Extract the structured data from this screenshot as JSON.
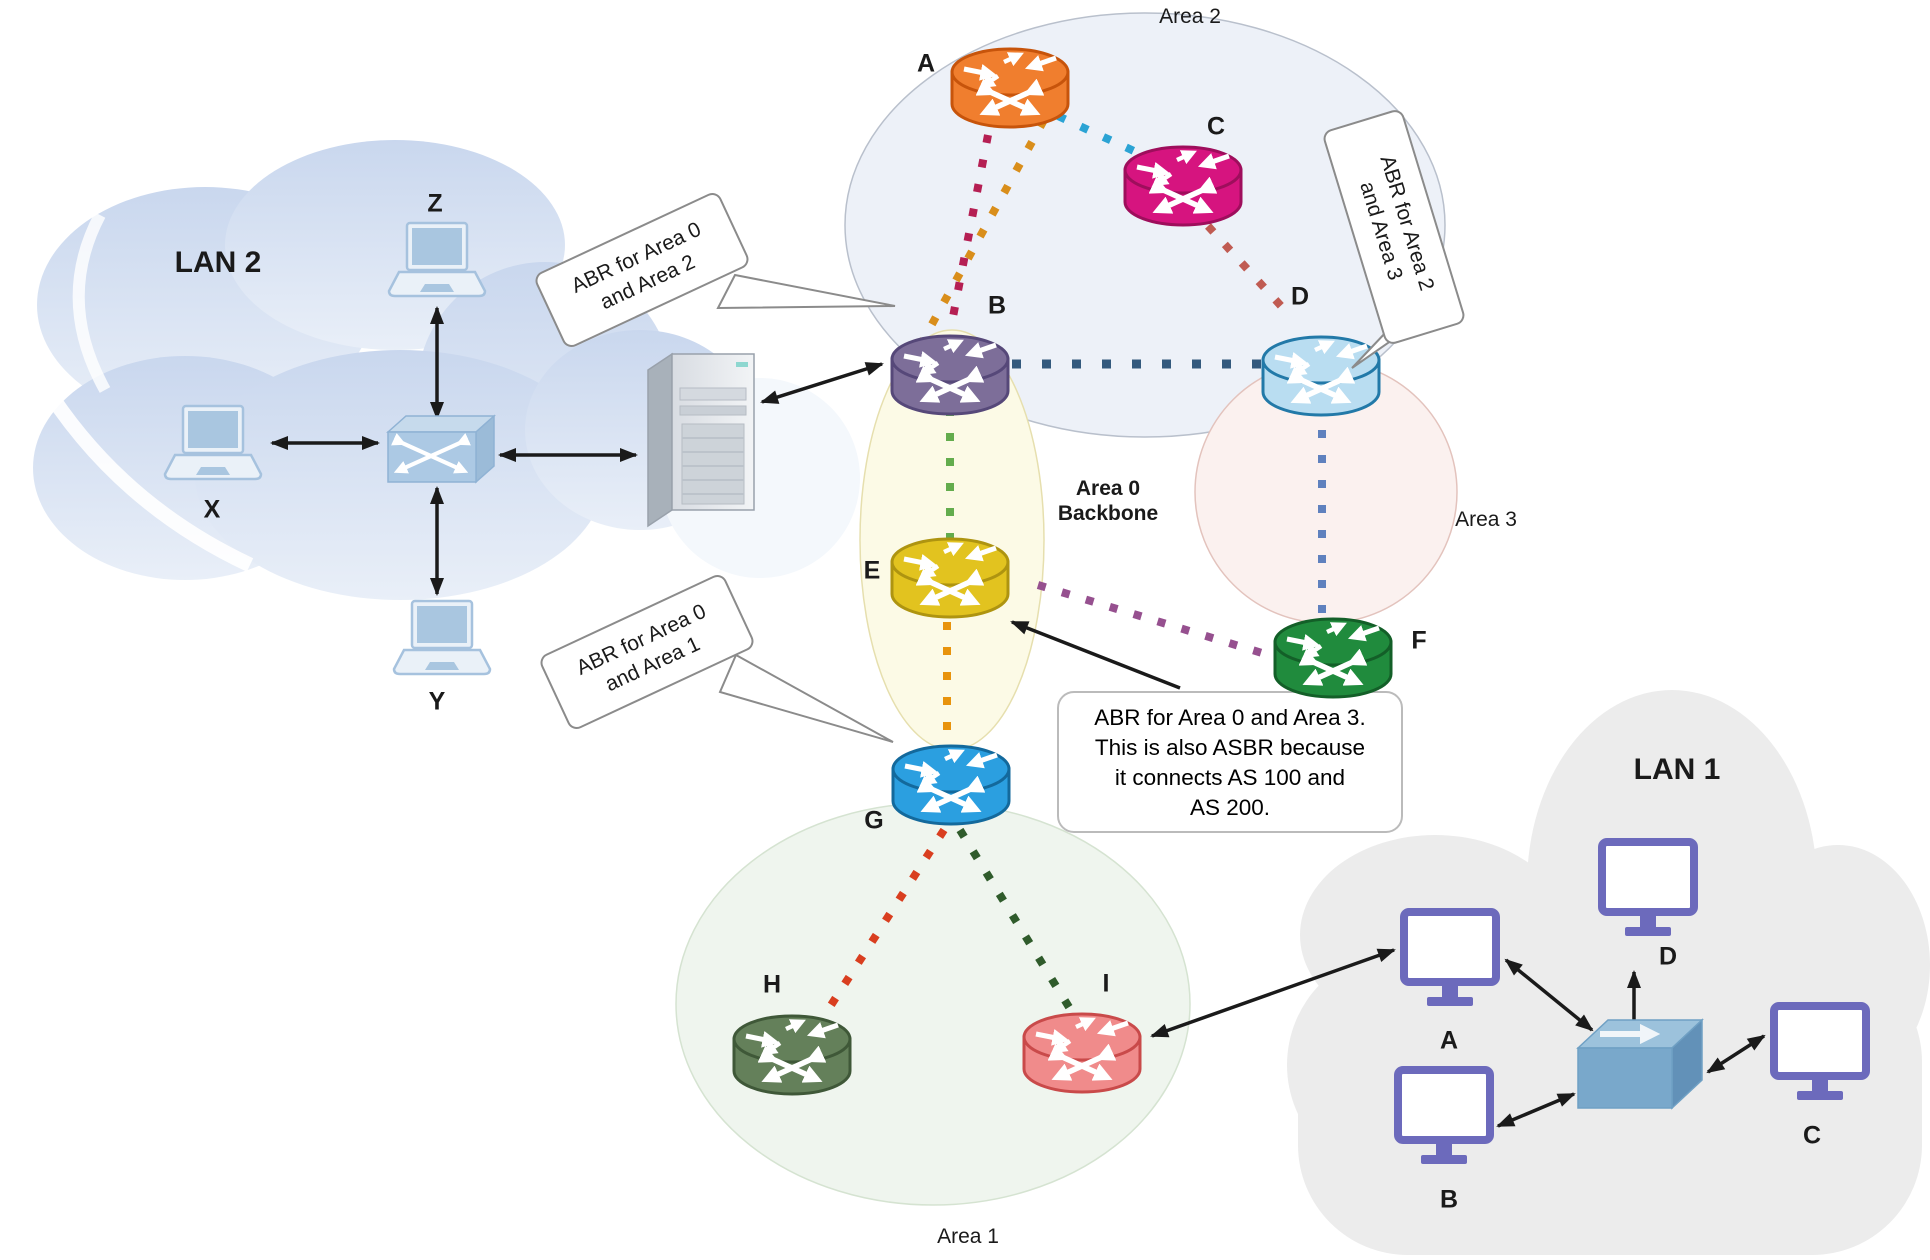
{
  "diagram": {
    "areas": {
      "area2": {
        "label": "Area 2"
      },
      "area0": {
        "label": "Area 0",
        "sublabel": "Backbone"
      },
      "area3": {
        "label": "Area 3"
      },
      "area1": {
        "label": "Area 1"
      }
    },
    "lan2": {
      "label": "LAN 2",
      "hosts": {
        "x": "X",
        "y": "Y",
        "z": "Z"
      }
    },
    "lan1": {
      "label": "LAN 1",
      "hosts": {
        "a": "A",
        "b": "B",
        "c": "C",
        "d": "D"
      }
    },
    "routers": {
      "a": {
        "label": "A",
        "fill": "#F07E2E",
        "stroke": "#C7540B"
      },
      "b": {
        "label": "B",
        "fill": "#7D6E99",
        "stroke": "#564879"
      },
      "c": {
        "label": "C",
        "fill": "#D6147F",
        "stroke": "#9E0E5C"
      },
      "d": {
        "label": "D",
        "fill": "#B9DDF1",
        "stroke": "#2279A8"
      },
      "e": {
        "label": "E",
        "fill": "#E2C31F",
        "stroke": "#AE9410"
      },
      "f": {
        "label": "F",
        "fill": "#208B3D",
        "stroke": "#135F28"
      },
      "g": {
        "label": "G",
        "fill": "#2B9FE0",
        "stroke": "#13699C"
      },
      "h": {
        "label": "H",
        "fill": "#64805A",
        "stroke": "#3F5838"
      },
      "i": {
        "label": "I",
        "fill": "#F08B8B",
        "stroke": "#C94A4A"
      }
    },
    "callouts": {
      "abr_area0_area2": {
        "line1": "ABR for Area 0",
        "line2": "and Area 2"
      },
      "abr_area2_area3": {
        "line1": "ABR for Area 2",
        "line2": "and Area 3"
      },
      "abr_area0_area1": {
        "line1": "ABR for Area 0",
        "line2": "and Area 1"
      },
      "asbr_note": {
        "line1": "ABR for Area 0 and Area 3.",
        "line2": "This is also ASBR because",
        "line3": "it connects AS 100 and",
        "line4": "AS 200."
      }
    },
    "links": {
      "a_b": {
        "color": "#B51F53"
      },
      "a_b_alt": {
        "color": "#D98E1B"
      },
      "a_c": {
        "color": "#2BA3D4"
      },
      "c_d": {
        "color": "#C05B52"
      },
      "b_d": {
        "color": "#33597D"
      },
      "b_e": {
        "color": "#63AC4D"
      },
      "e_g": {
        "color": "#E8930C"
      },
      "e_f": {
        "color": "#96508F"
      },
      "d_f": {
        "color": "#5F81BE"
      },
      "g_h": {
        "color": "#D93E1F"
      },
      "g_i": {
        "color": "#2F5B2B"
      }
    }
  }
}
